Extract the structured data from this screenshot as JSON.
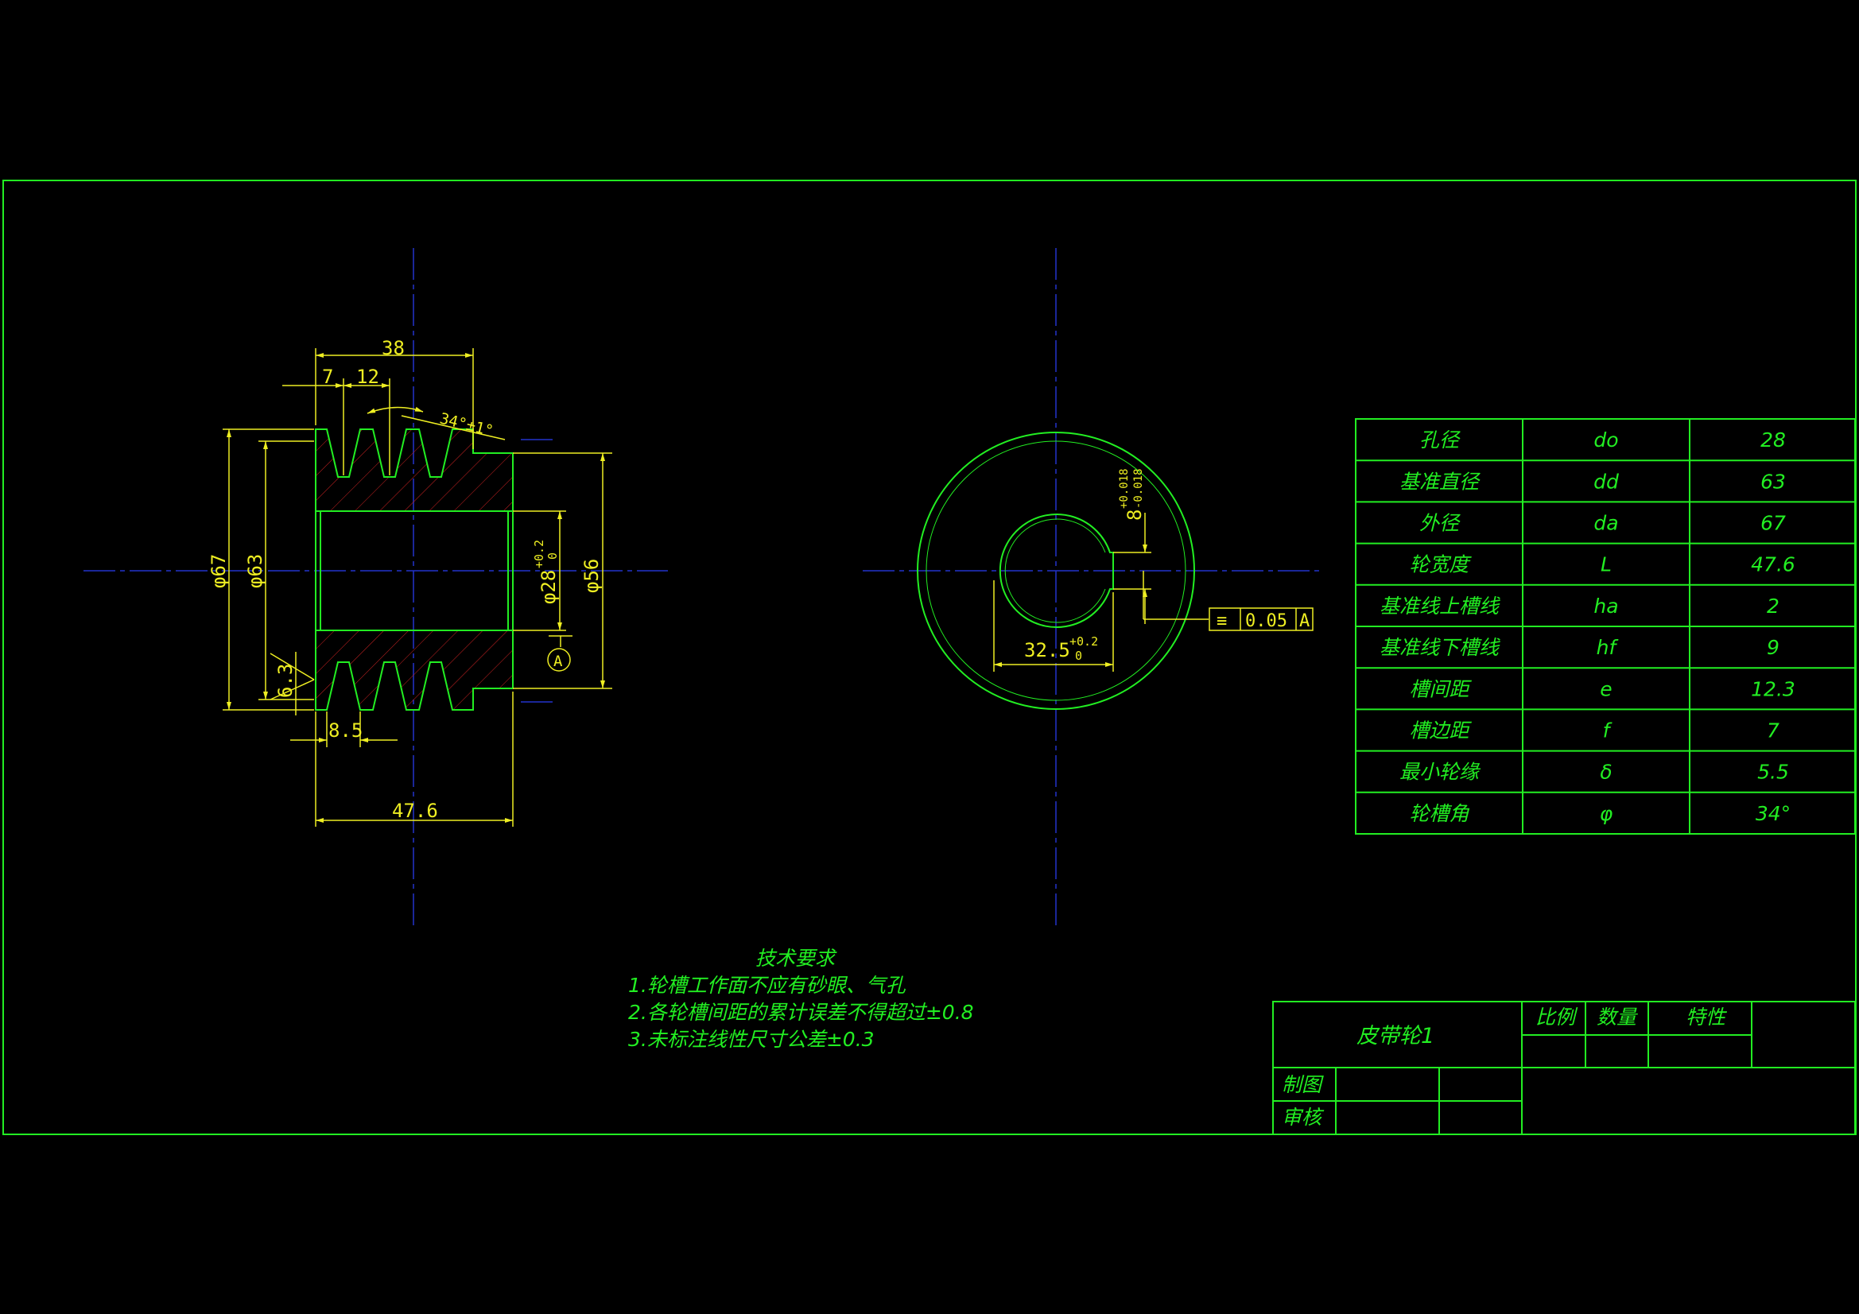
{
  "dims": {
    "d38": "38",
    "d7": "7",
    "d12": "12",
    "angle": "34°±1°",
    "phi67": "φ67",
    "phi63": "φ63",
    "d63b": "6.3",
    "phi28": "φ28",
    "phi28_tol_up": "+0.2",
    "phi28_tol_lo": "0",
    "phi56": "φ56",
    "d85": "8.5",
    "d476": "47.6",
    "datum": "A",
    "key8": "8",
    "key8_tol_up": "+0.018",
    "key8_tol_lo": "-0.018",
    "d325": "32.5",
    "d325_tol_up": "+0.2",
    "d325_tol_lo": "0",
    "tol_symbol": "≡",
    "tol_value": "0.05",
    "tol_datum": "A"
  },
  "param_table": [
    {
      "name": "孔径",
      "symbol": "do",
      "value": "28"
    },
    {
      "name": "基准直径",
      "symbol": "dd",
      "value": "63"
    },
    {
      "name": "外径",
      "symbol": "da",
      "value": "67"
    },
    {
      "name": "轮宽度",
      "symbol": "L",
      "value": "47.6"
    },
    {
      "name": "基准线上槽线",
      "symbol": "ha",
      "value": "2"
    },
    {
      "name": "基准线下槽线",
      "symbol": "hf",
      "value": "9"
    },
    {
      "name": "槽间距",
      "symbol": "e",
      "value": "12.3"
    },
    {
      "name": "槽边距",
      "symbol": "f",
      "value": "7"
    },
    {
      "name": "最小轮缘",
      "symbol": "δ",
      "value": "5.5"
    },
    {
      "name": "轮槽角",
      "symbol": "φ",
      "value": "34°"
    }
  ],
  "tech_req": {
    "title": "技术要求",
    "items": [
      "1.轮槽工作面不应有砂眼、气孔",
      "2.各轮槽间距的累计误差不得超过±0.8",
      "3.未标注线性尺寸公差±0.3"
    ]
  },
  "title_block": {
    "part_name": "皮带轮1",
    "scale_label": "比例",
    "qty_label": "数量",
    "prop_label": "特性",
    "drawn_label": "制图",
    "check_label": "审核"
  }
}
